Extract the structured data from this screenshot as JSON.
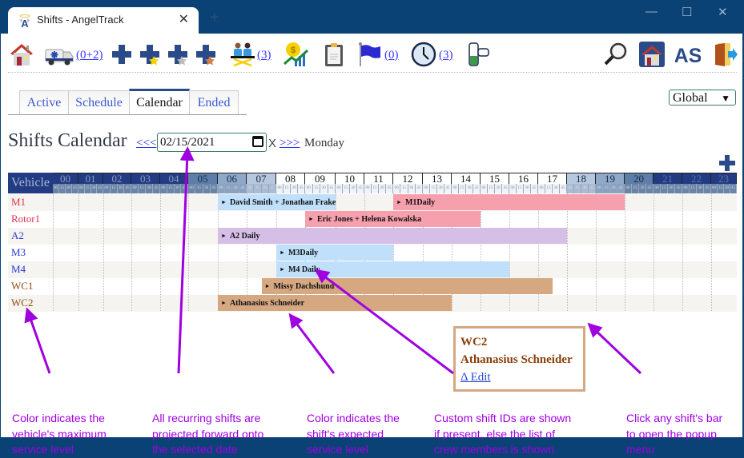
{
  "browser": {
    "tab_title": "Shifts - AngelTrack",
    "close_glyph": "✕",
    "new_tab_glyph": "+",
    "window_controls": [
      "—",
      "☐",
      "✕"
    ]
  },
  "toolbar": {
    "icons": [
      {
        "name": "home-icon"
      },
      {
        "name": "ambulance-icon",
        "count": "(0+2)"
      },
      {
        "name": "plus-icon"
      },
      {
        "name": "plus-gold-star-icon"
      },
      {
        "name": "plus-silver-star-icon"
      },
      {
        "name": "plus-bronze-star-icon"
      },
      {
        "name": "crew-stretcher-icon",
        "count": "(3)"
      },
      {
        "name": "billing-chart-icon"
      },
      {
        "name": "clipboard-icon"
      },
      {
        "name": "flag-icon",
        "count": "(0)"
      },
      {
        "name": "clock-icon",
        "count": "(3)"
      },
      {
        "name": "service-level-toggle-icon"
      }
    ],
    "right_icons": [
      "search-icon",
      "station-home-icon",
      "user-initials-icon",
      "logout-door-icon"
    ],
    "user_initials": "AS"
  },
  "tabs": [
    {
      "label": "Active",
      "active": false
    },
    {
      "label": "Schedule",
      "active": false
    },
    {
      "label": "Calendar",
      "active": true
    },
    {
      "label": "Ended",
      "active": false
    }
  ],
  "scope_select": {
    "value": "Global",
    "chevron": "⌄"
  },
  "heading": {
    "title": "Shifts Calendar",
    "prev_label": "<<<",
    "date_value": "02/15/2021",
    "clear_label": "X",
    "next_label": ">>>",
    "weekday": "Monday"
  },
  "calendar": {
    "vehicle_header": "Vehicle",
    "hours": [
      "00",
      "01",
      "02",
      "03",
      "04",
      "05",
      "06",
      "07",
      "08",
      "09",
      "10",
      "11",
      "12",
      "13",
      "14",
      "15",
      "16",
      "17",
      "18",
      "19",
      "20",
      "21",
      "22",
      "23"
    ],
    "quarters": [
      "00",
      "15",
      "30",
      "45"
    ],
    "vehicles": [
      {
        "name": "M1",
        "color": "#e03050"
      },
      {
        "name": "Rotor1",
        "color": "#e03050"
      },
      {
        "name": "A2",
        "color": "#2a3ad0"
      },
      {
        "name": "M3",
        "color": "#2a3ad0"
      },
      {
        "name": "M4",
        "color": "#2a3ad0"
      },
      {
        "name": "WC1",
        "color": "#8b4a10"
      },
      {
        "name": "WC2",
        "color": "#8b4a10"
      }
    ],
    "shifts": [
      {
        "vehicle": "M1",
        "label": "David Smith + Jonathan Frakes",
        "start": "06:00",
        "end": "10:00",
        "color": "#bfdffa"
      },
      {
        "vehicle": "M1",
        "label": "M1Daily",
        "start": "12:00",
        "end": "20:00",
        "color": "#f7a0ad"
      },
      {
        "vehicle": "Rotor1",
        "label": "Eric Jones + Helena Kowalska",
        "start": "09:00",
        "end": "15:00",
        "color": "#f7a0ad"
      },
      {
        "vehicle": "A2",
        "label": "A2 Daily",
        "start": "06:00",
        "end": "18:00",
        "color": "#d6bfe6"
      },
      {
        "vehicle": "M3",
        "label": "M3Daily",
        "start": "08:00",
        "end": "12:00",
        "color": "#bfdffa"
      },
      {
        "vehicle": "M4",
        "label": "M4 Daily",
        "start": "08:00",
        "end": "16:00",
        "color": "#bfdffa"
      },
      {
        "vehicle": "WC1",
        "label": "Missy Dachshund",
        "start": "07:30",
        "end": "17:30",
        "color": "#d6a882"
      },
      {
        "vehicle": "WC2",
        "label": "Athanasius Schneider",
        "start": "06:00",
        "end": "14:00",
        "color": "#d6a882"
      }
    ]
  },
  "popup": {
    "vehicle": "WC2",
    "crew": "Athanasius Schneider",
    "edit_label": "Δ Edit"
  },
  "annotations": [
    {
      "text": "Color indicates the vehicle's maximum service level"
    },
    {
      "text": "All recurring shifts are projected forward onto the selected date"
    },
    {
      "text": "Color indicates the shift's expected service level"
    },
    {
      "text": "Custom shift IDs are shown if present, else the list of crew members is shown"
    },
    {
      "text": "Click any shift's bar to open the popup menu"
    }
  ],
  "annotation_lines": [
    [
      "Color indicates the",
      "vehicle's maximum",
      "service level"
    ],
    [
      "All recurring shifts are",
      "projected forward onto",
      "the selected date"
    ],
    [
      "Color indicates the",
      "shift's expected",
      "service level"
    ],
    [
      "Custom shift IDs are shown",
      "if present, else the list of",
      "crew members is shown"
    ],
    [
      "Click any shift's bar",
      "to open the popup",
      "menu"
    ]
  ],
  "colors": {
    "chrome": "#0b4276",
    "header_dark": "#233b82",
    "accent_purple": "#a000e0",
    "link_blue": "#3a5ad0"
  }
}
